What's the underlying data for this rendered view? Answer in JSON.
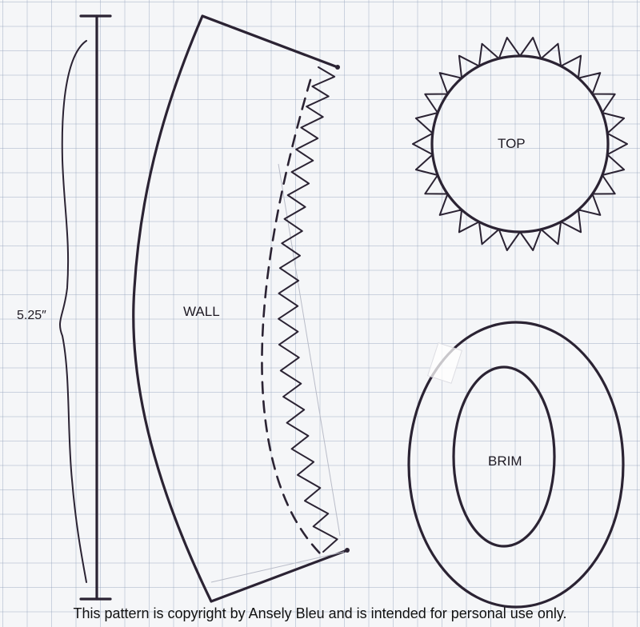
{
  "pieces": {
    "wall": {
      "label": "WALL"
    },
    "top": {
      "label": "TOP",
      "notch_count": 26
    },
    "brim": {
      "label": "BRIM"
    }
  },
  "dimension": {
    "label": "5.25″"
  },
  "footer": {
    "copyright": "This pattern is copyright by Ansely Bleu and is intended for personal use only."
  },
  "colors": {
    "ink": "#2b2333",
    "paper": "#f5f6f8",
    "grid": "#96a5be"
  }
}
